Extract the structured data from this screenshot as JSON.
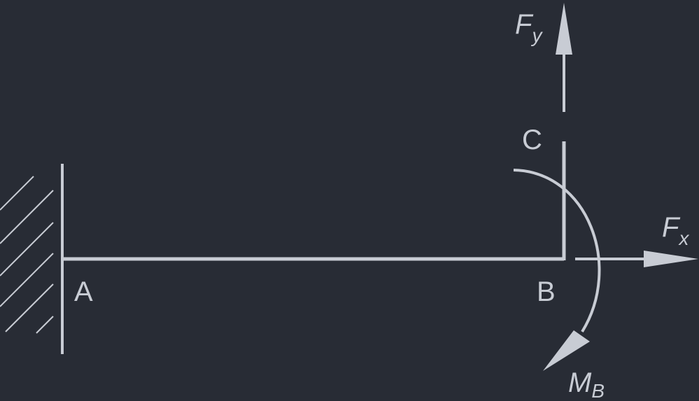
{
  "points": {
    "a": "A",
    "b": "B",
    "c": "C"
  },
  "forces": {
    "fy": {
      "main": "F",
      "sub": "y"
    },
    "fx": {
      "main": "F",
      "sub": "x"
    },
    "mb": {
      "main": "M",
      "sub": "B"
    }
  },
  "colors": {
    "background": "#282c35",
    "stroke": "#c8ccd4"
  }
}
